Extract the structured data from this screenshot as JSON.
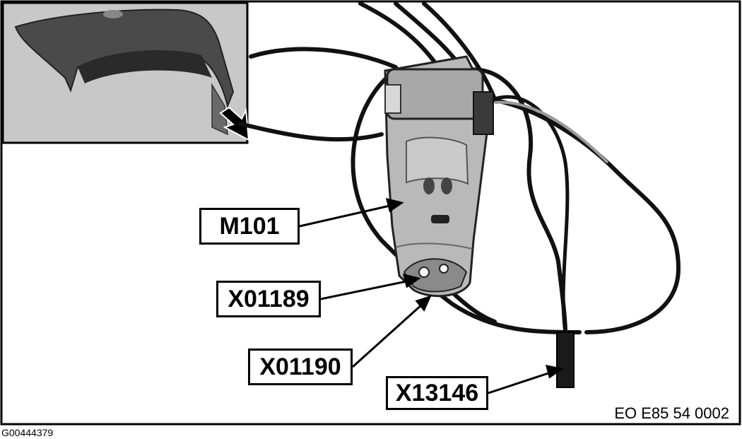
{
  "diagram": {
    "callouts": [
      {
        "id": "m101",
        "label": "M101"
      },
      {
        "id": "x01189",
        "label": "X01189"
      },
      {
        "id": "x01190",
        "label": "X01190"
      },
      {
        "id": "x13146",
        "label": "X13146"
      }
    ],
    "reference_code": "EO E85 54 0002",
    "image_id": "G00444379"
  },
  "colors": {
    "line": "#000000",
    "inset_background": "#c8c8c8",
    "motor_body": "#b9b9b9",
    "background": "#ffffff"
  }
}
